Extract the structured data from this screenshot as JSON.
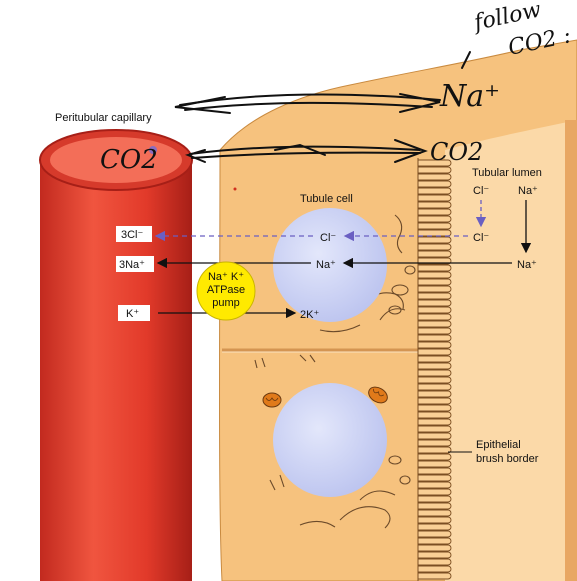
{
  "labels": {
    "peritubular_capillary": "Peritubular capillary",
    "tubular_lumen": "Tubular lumen",
    "tubule_cell": "Tubule cell",
    "brush_border_line1": "Epithelial",
    "brush_border_line2": "brush border",
    "pump_line1": "Na⁺ K⁺",
    "pump_line2": "ATPase",
    "pump_line3": "pump"
  },
  "blood_side": {
    "cl": "3Cl⁻",
    "na": "3Na⁺",
    "k": "K⁺"
  },
  "cell_ions": {
    "cl": "Cl⁻",
    "na": "Na⁺",
    "k": "2K⁺"
  },
  "lumen_ions": {
    "cl_top": "Cl⁻",
    "na_top": "Na⁺",
    "cl_bottom": "Cl⁻",
    "na_bottom": "Na⁺"
  },
  "handwriting": {
    "na": "Na⁺",
    "co2_left": "CO2",
    "co2_right": "CO2",
    "follow": "follow",
    "co2_top": "CO2 :"
  },
  "colors": {
    "cell_fill": "#f6c27e",
    "cell_dark": "#e9a85c",
    "capillary": "#e23a2a",
    "capillary_dark": "#b3241a",
    "nucleus": "#c6cdf2",
    "pump": "#ffea00",
    "dashed_arrow": "#6a5fc2"
  }
}
